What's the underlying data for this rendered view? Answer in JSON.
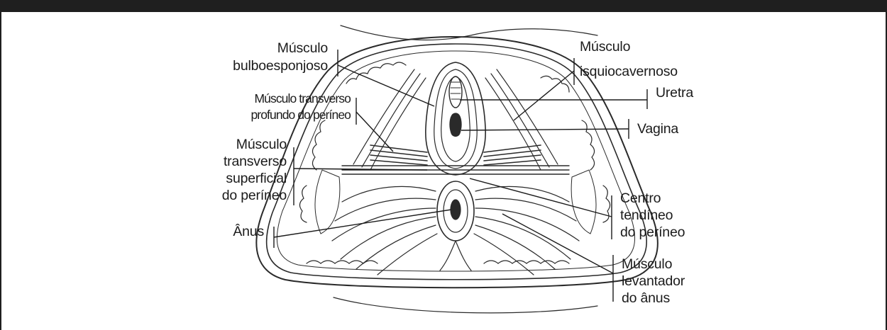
{
  "labels": {
    "bulboesponjoso_1": "Músculo",
    "bulboesponjoso_2": "bulboesponjoso",
    "transverso_profundo_1": "Músculo transverso",
    "transverso_profundo_2": "profundo do períneo",
    "transverso_superficial_1": "Músculo",
    "transverso_superficial_2": "transverso",
    "transverso_superficial_3": "superficial",
    "transverso_superficial_4": "do períneo",
    "anus": "Ânus",
    "isquiocavernoso_1": "Músculo",
    "isquiocavernoso_2": "isquiocavernoso",
    "uretra": "Uretra",
    "vagina": "Vagina",
    "centro_tendineo_1": "Centro",
    "centro_tendineo_2": "tendíneo",
    "centro_tendineo_3": "do períneo",
    "levantador_1": "Músculo",
    "levantador_2": "levantador",
    "levantador_3": "do ânus"
  }
}
